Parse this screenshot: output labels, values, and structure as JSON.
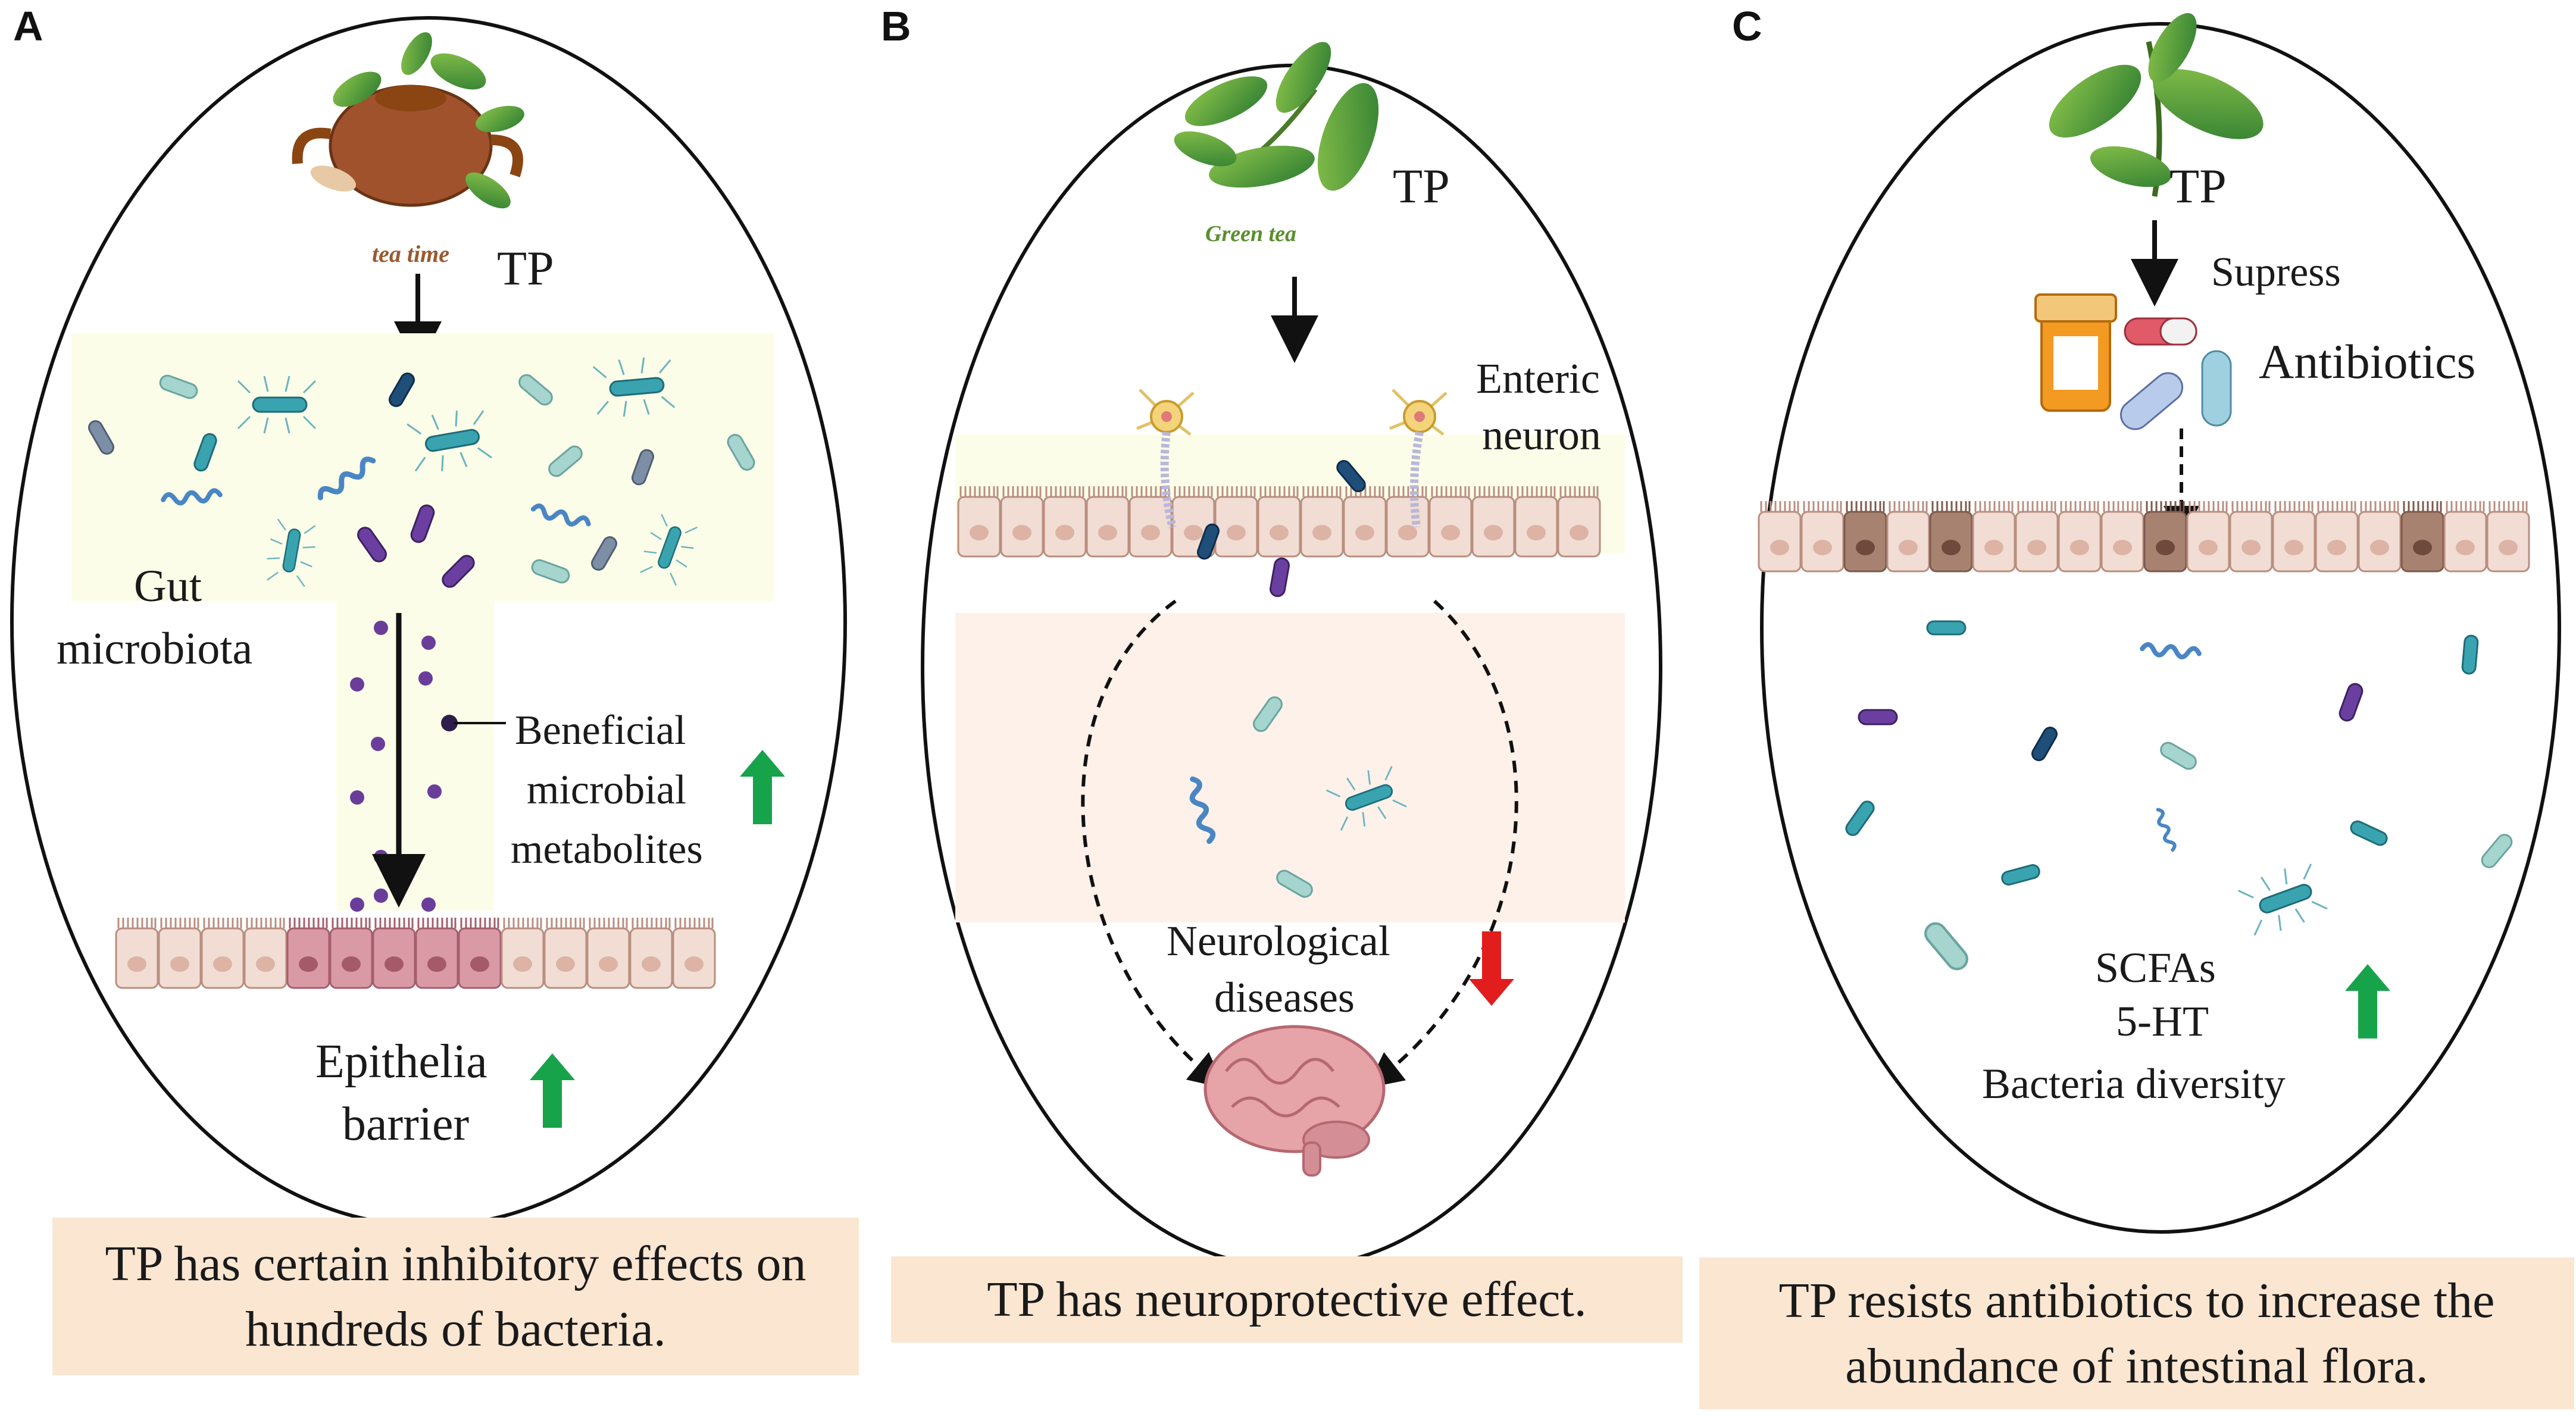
{
  "panels": {
    "a": {
      "letter": "A",
      "tp_label": "TP",
      "logo_text": "tea time",
      "microbiota_label_1": "Gut",
      "microbiota_label_2": "microbiota",
      "metabolites_1": "Beneficial",
      "metabolites_2": "microbial",
      "metabolites_3": "metabolites",
      "barrier_1": "Epithelia",
      "barrier_2": "barrier",
      "caption": "TP has certain inhibitory effects on hundreds of bacteria.",
      "up_arrow_color": "#17a34a"
    },
    "b": {
      "letter": "B",
      "tp_label": "TP",
      "logo_text": "Green tea",
      "neuron_1": "Enteric",
      "neuron_2": "neuron",
      "disease_1": "Neurological",
      "disease_2": "diseases",
      "caption": "TP has neuroprotective effect.",
      "down_arrow_color": "#e11d1d"
    },
    "c": {
      "letter": "C",
      "tp_label": "TP",
      "supress": "Supress",
      "antibiotics": "Antibiotics",
      "out_1": "SCFAs",
      "out_2": "5-HT",
      "out_3": "Bacteria diversity",
      "caption": "TP resists antibiotics to increase the abundance of intestinal flora.",
      "up_arrow_color": "#17a34a"
    }
  }
}
